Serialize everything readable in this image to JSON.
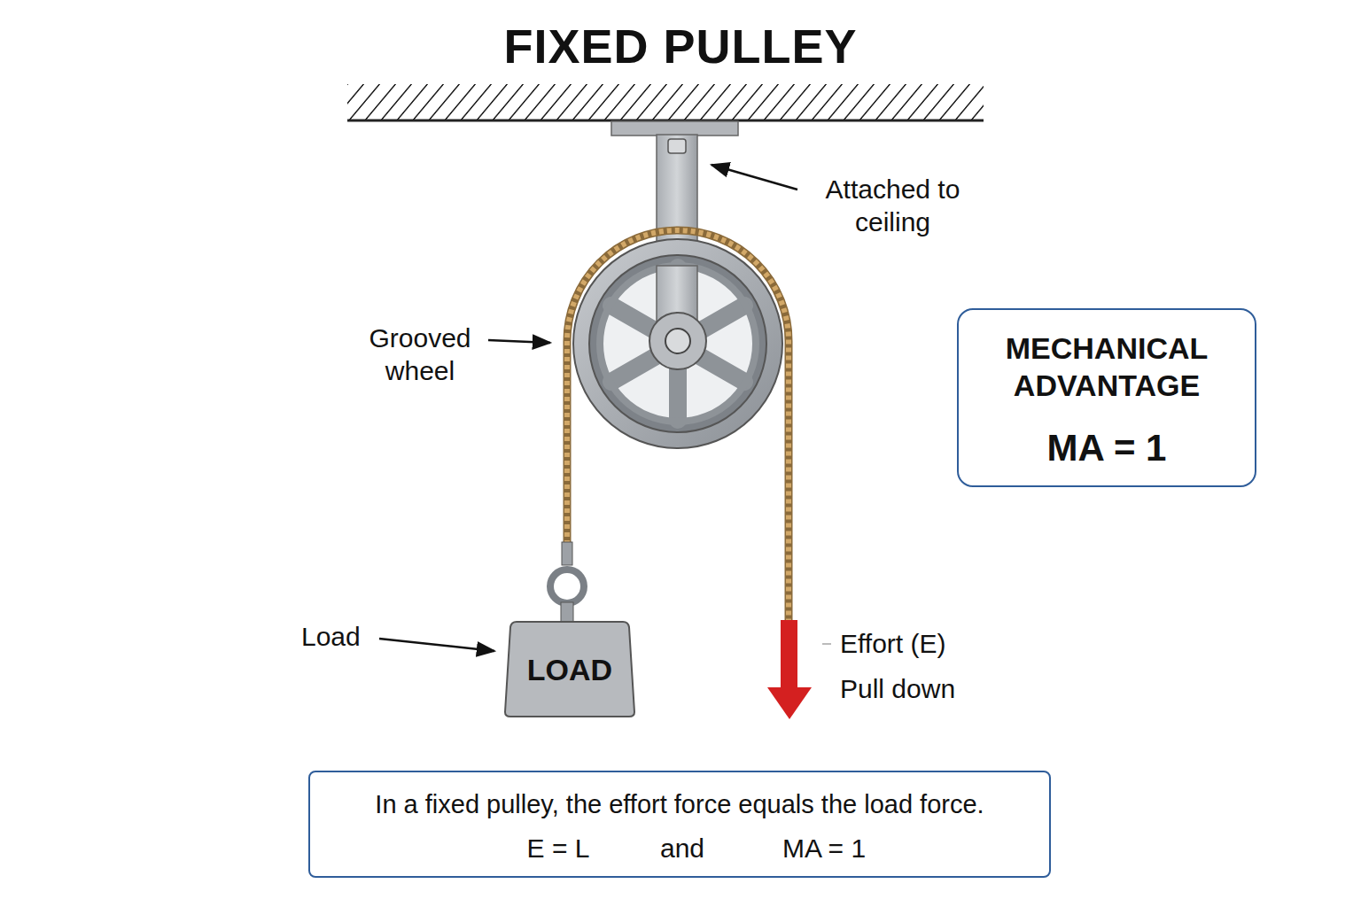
{
  "diagram": {
    "title": "FIXED PULLEY",
    "nodes": [
      {
        "text": [
          "MECHANICAL ADVANTAGE",
          "MA = 1"
        ]
      },
      {
        "text": [
          "LOAD"
        ]
      },
      {
        "text": [
          "In a fixed pulley, the effort force equals the load force.",
          "E = L",
          "and",
          "MA = 1"
        ]
      }
    ],
    "labels": [
      "Attached to ceiling",
      "Grooved wheel",
      "Load",
      "Effort (E)",
      "Pull down"
    ]
  }
}
